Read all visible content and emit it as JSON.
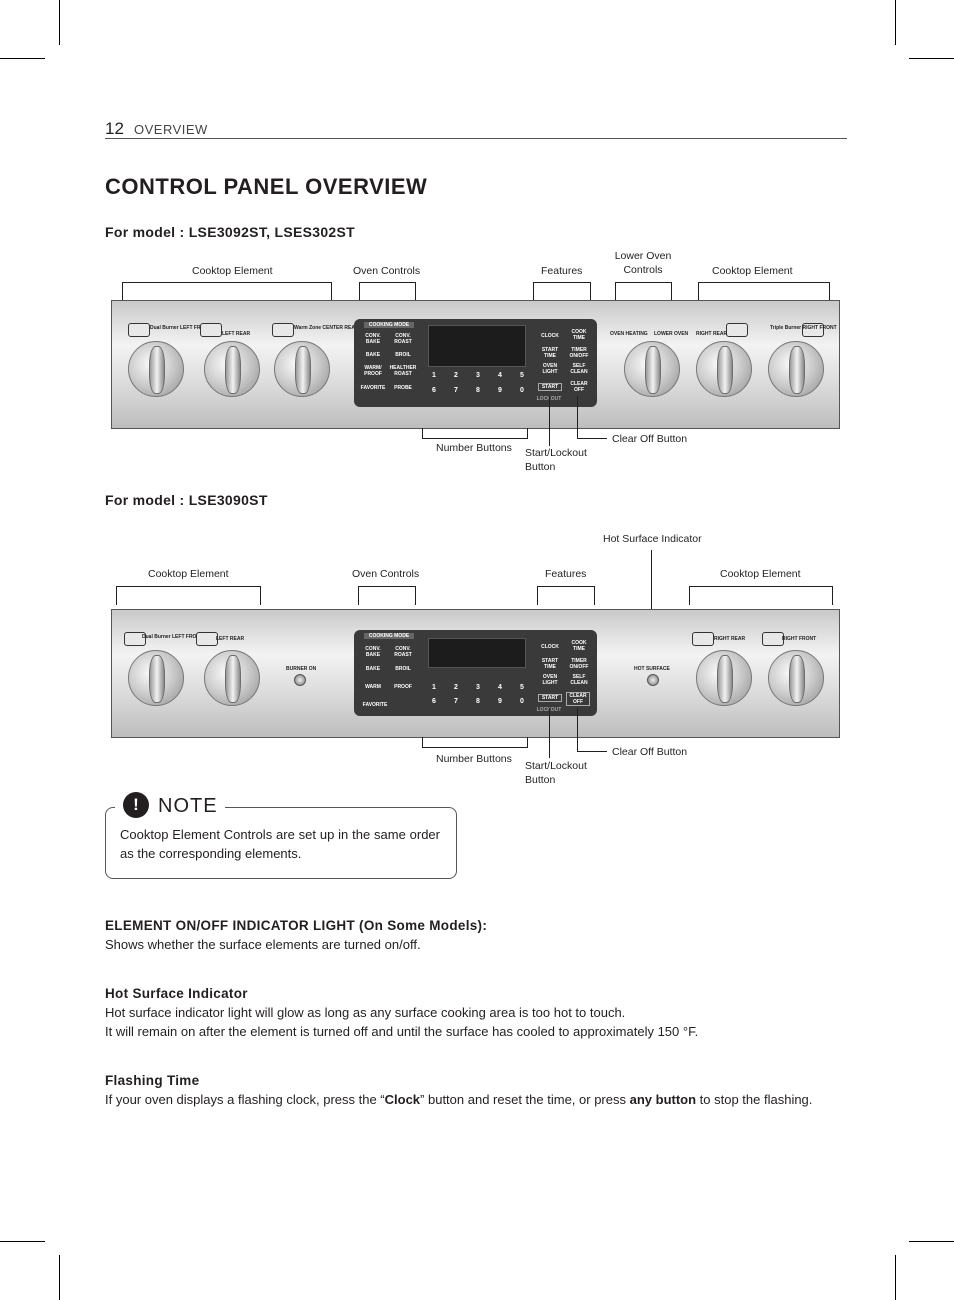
{
  "header": {
    "page_number": "12",
    "section": "OVERVIEW"
  },
  "title": "CONTROL PANEL OVERVIEW",
  "model1": {
    "heading": "For model : LSE3092ST, LSES302ST",
    "labels": {
      "cooktop_left": "Cooktop Element",
      "oven_controls": "Oven Controls",
      "features": "Features",
      "lower_oven": "Lower Oven Controls",
      "cooktop_right": "Cooktop Element",
      "number_buttons": "Number Buttons",
      "start_lockout": "Start/Lockout Button",
      "clear_off": "Clear Off Button"
    },
    "panel": {
      "knobs": [
        "Dual Burner LEFT FRONT",
        "LEFT REAR",
        "Warm Zone CENTER REAR",
        "OVEN HEATING",
        "LOWER OVEN",
        "RIGHT REAR",
        "Triple Burner RIGHT FRONT"
      ],
      "cooking_mode": "COOKING MODE",
      "mode_buttons": [
        "CONV. BAKE",
        "CONV. ROAST",
        "BAKE",
        "BROIL",
        "WARM/ PROOF",
        "HEALTHER ROAST",
        "FAVORITE",
        "PROBE"
      ],
      "feature_buttons": [
        "CLOCK",
        "COOK TIME",
        "START TIME",
        "TIMER ON/OFF",
        "OVEN LIGHT",
        "SELF CLEAN",
        "START",
        "CLEAR OFF"
      ],
      "lockout": "LOCKOUT",
      "numbers": [
        "1",
        "2",
        "3",
        "4",
        "5",
        "6",
        "7",
        "8",
        "9",
        "0"
      ]
    }
  },
  "model2": {
    "heading": "For model : LSE3090ST",
    "labels": {
      "hot_surface_indicator": "Hot Surface Indicator",
      "cooktop_left": "Cooktop Element",
      "oven_controls": "Oven Controls",
      "features": "Features",
      "cooktop_right": "Cooktop Element",
      "number_buttons": "Number Buttons",
      "start_lockout": "Start/Lockout Button",
      "clear_off": "Clear Off Button"
    },
    "panel": {
      "knobs": [
        "Dual Burner LEFT FRONT",
        "LEFT REAR",
        "RIGHT REAR",
        "RIGHT FRONT"
      ],
      "burner_on": "BURNER ON",
      "hot_surface": "HOT SURFACE",
      "cooking_mode": "COOKING MODE",
      "mode_buttons": [
        "CONV. BAKE",
        "CONV. ROAST",
        "BAKE",
        "BROIL",
        "WARM",
        "PROOF",
        "FAVORITE"
      ],
      "feature_buttons": [
        "CLOCK",
        "COOK TIME",
        "START TIME",
        "TIMER ON/OFF",
        "OVEN LIGHT",
        "SELF CLEAN",
        "START",
        "CLEAR OFF"
      ],
      "lockout": "LOCKOUT",
      "numbers": [
        "1",
        "2",
        "3",
        "4",
        "5",
        "6",
        "7",
        "8",
        "9",
        "0"
      ]
    }
  },
  "note": {
    "title": "NOTE",
    "text": "Cooktop Element Controls are set up in the same order as the corresponding elements."
  },
  "sections": [
    {
      "heading": "ELEMENT ON/OFF INDICATOR LIGHT (On Some Models):",
      "lines": [
        "Shows whether the surface elements are turned on/off."
      ]
    },
    {
      "heading": "Hot Surface Indicator",
      "lines": [
        "Hot surface indicator light will glow as long as any surface cooking area is too hot to touch.",
        "It will remain on after the element is turned off and until the surface has cooled to approximately 150 °F."
      ]
    }
  ],
  "flashing": {
    "heading": "Flashing Time",
    "pre": "If your oven displays a flashing clock, press the “",
    "bold1": "Clock",
    "mid": "” button and reset the time, or press ",
    "bold2": "any button",
    "post": " to stop the flashing."
  }
}
